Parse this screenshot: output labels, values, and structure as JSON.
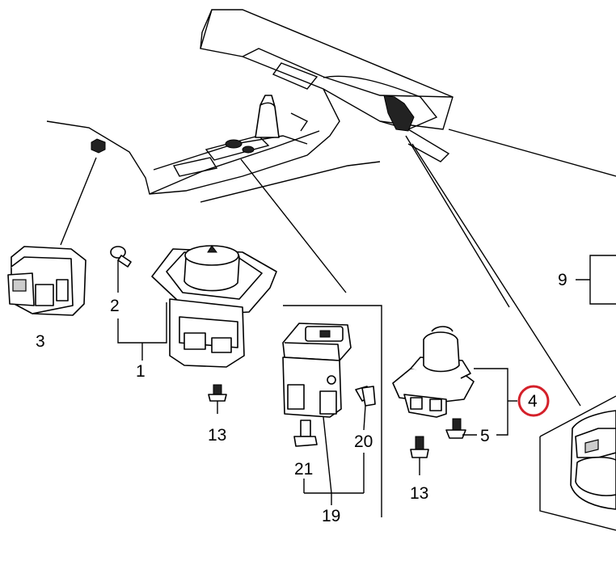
{
  "callouts": [
    {
      "id": "1",
      "text": "1"
    },
    {
      "id": "2",
      "text": "2"
    },
    {
      "id": "3",
      "text": "3"
    },
    {
      "id": "4",
      "text": "4"
    },
    {
      "id": "5",
      "text": "5"
    },
    {
      "id": "9",
      "text": "9"
    },
    {
      "id": "13a",
      "text": "13"
    },
    {
      "id": "13b",
      "text": "13"
    },
    {
      "id": "19",
      "text": "19"
    },
    {
      "id": "20",
      "text": "20"
    },
    {
      "id": "21",
      "text": "21"
    }
  ],
  "highlight": {
    "callout": "4",
    "color": "#d4202a"
  }
}
